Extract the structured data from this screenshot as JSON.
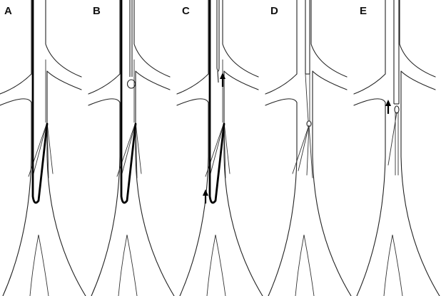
{
  "figure": {
    "panels": [
      {
        "id": "a",
        "label": "A",
        "wire": true,
        "snare": false,
        "sheath": false,
        "arrows": 0
      },
      {
        "id": "b",
        "label": "B",
        "wire": true,
        "snare": true,
        "sheath": false,
        "arrows": 0
      },
      {
        "id": "c",
        "label": "C",
        "wire": true,
        "snare": true,
        "sheath": false,
        "arrows": 2
      },
      {
        "id": "d",
        "label": "D",
        "wire": false,
        "snare": true,
        "sheath": true,
        "arrows": 0
      },
      {
        "id": "e",
        "label": "E",
        "wire": false,
        "snare": true,
        "sheath": true,
        "arrows": 1
      }
    ],
    "colors": {
      "line": "#222222",
      "wire": "#000000",
      "background": "#ffffff"
    }
  }
}
